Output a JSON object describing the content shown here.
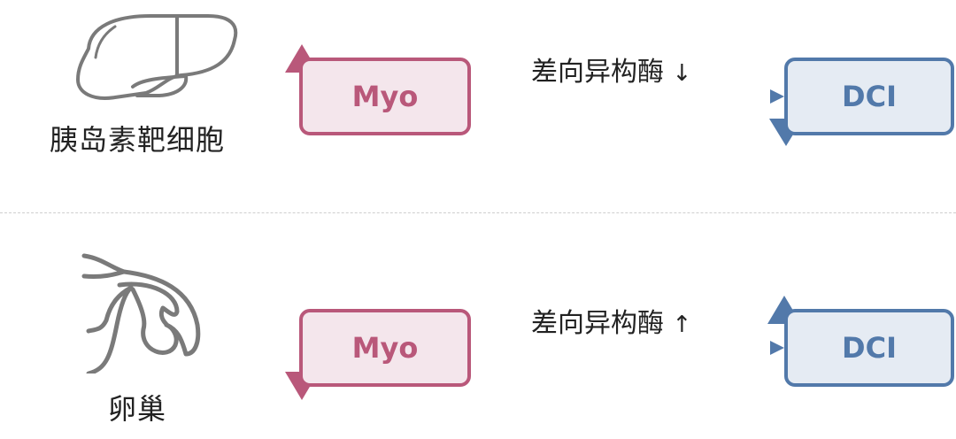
{
  "colors": {
    "myo_stroke": "#b9587a",
    "myo_fill": "#f4e6ec",
    "dci_stroke": "#5279aa",
    "dci_fill": "#e5ebf3",
    "icon_gray": "#7a7a7a",
    "separator": "#cfcfcf"
  },
  "rows": [
    {
      "organ": {
        "label": "胰岛素靶细胞",
        "icon": "liver-icon"
      },
      "source_node": {
        "label": "Myo",
        "arrow": "up"
      },
      "target_node": {
        "label": "DCI",
        "arrow": "down"
      },
      "enzyme": {
        "label": "差向异构酶",
        "direction": "↓"
      }
    },
    {
      "organ": {
        "label": "卵巢",
        "icon": "ovary-icon"
      },
      "source_node": {
        "label": "Myo",
        "arrow": "down"
      },
      "target_node": {
        "label": "DCI",
        "arrow": "up"
      },
      "enzyme": {
        "label": "差向异构酶",
        "direction": "↑"
      }
    }
  ]
}
